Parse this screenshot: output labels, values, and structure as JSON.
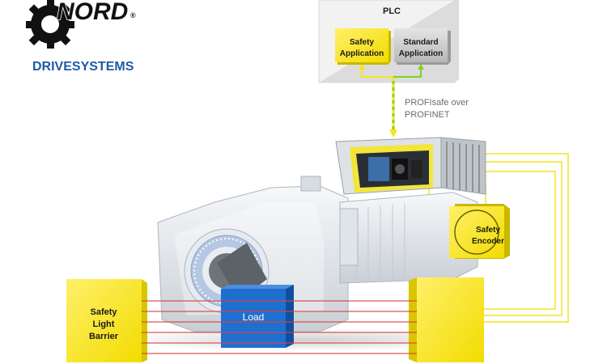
{
  "logo": {
    "brand": "NORD",
    "registered": "®",
    "subtitle": "DRIVESYSTEMS"
  },
  "plc": {
    "title": "PLC",
    "safety_app": [
      "Safety",
      "Application"
    ],
    "standard_app": [
      "Standard",
      "Application"
    ]
  },
  "bus_label": [
    "PROFIsafe over",
    "PROFINET"
  ],
  "encoder": [
    "Safety",
    "Encoder"
  ],
  "light_barrier": [
    "Safety",
    "Light",
    "Barrier"
  ],
  "load": "Load",
  "colors": {
    "yellow": "#f7e51c",
    "yellow_dark": "#d8c600",
    "green": "#7ed321",
    "brand_blue": "#1f5aa8",
    "load_blue": "#1f6fd1",
    "beam_red": "#d9443b"
  }
}
